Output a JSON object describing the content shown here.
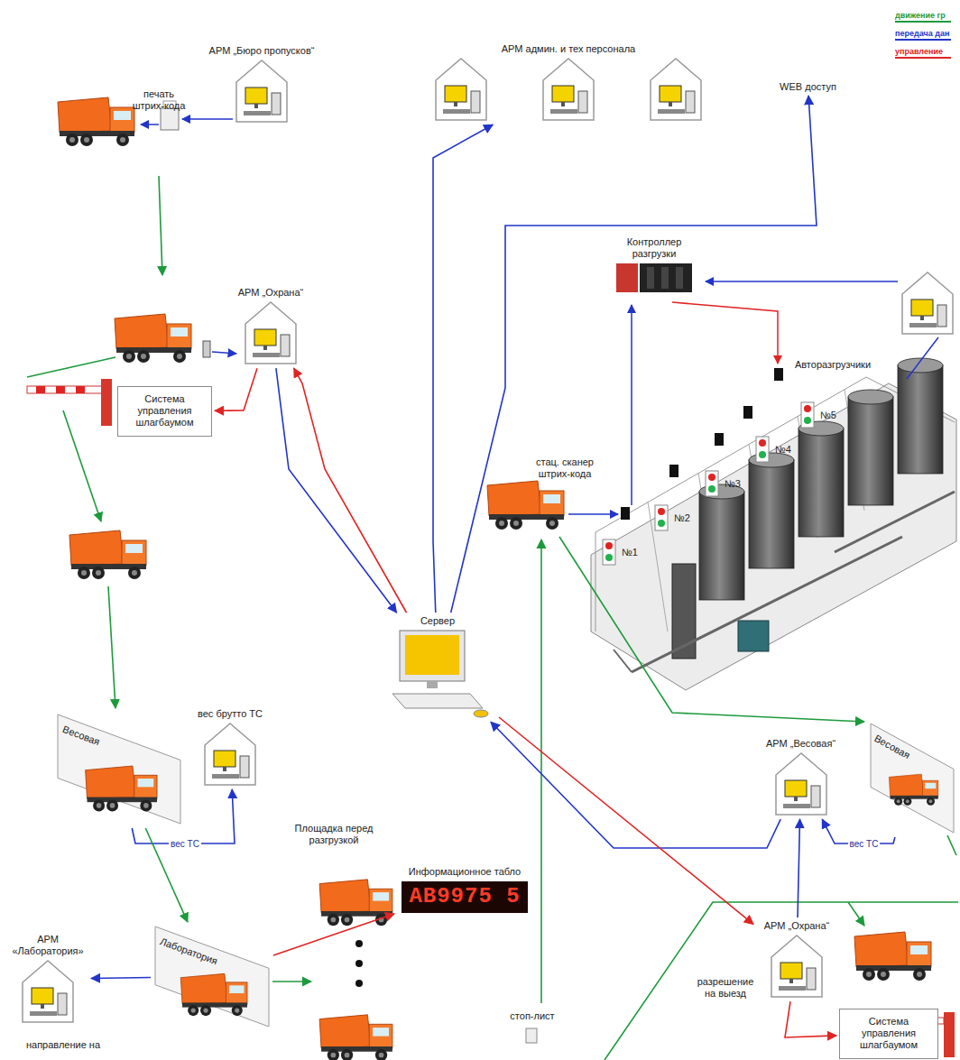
{
  "diagram": {
    "nodes": [
      {
        "text": [
          "АРМ „Бюро пропусков“"
        ]
      },
      {
        "text": [
          "АРМ „Охрана“"
        ]
      },
      {
        "text": [
          "Система управления шлагбаумом"
        ]
      },
      {
        "text": [
          "вес брутто ТС"
        ]
      },
      {
        "text": [
          "Весовая"
        ]
      },
      {
        "text": [
          "Лаборатория"
        ]
      },
      {
        "text": [
          "АРМ «Лаборатория»"
        ]
      },
      {
        "text": [
          "Информационное табло",
          "AB9975 5"
        ]
      },
      {
        "text": [
          "Сервер"
        ]
      },
      {
        "text": [
          "АРМ админ. и тех персонала"
        ]
      },
      {
        "text": [
          "WEB доступ"
        ]
      },
      {
        "text": [
          "Контроллер разгрузки"
        ]
      },
      {
        "text": [
          "АРМ „Весовая“"
        ]
      },
      {
        "text": [
          "Весовая"
        ]
      },
      {
        "text": [
          "АРМ „Охрана“"
        ]
      },
      {
        "text": [
          "Система управления шлагбаумом"
        ]
      }
    ],
    "edges": [
      {
        "from": 1,
        "to": 2,
        "arrow": "to"
      },
      {
        "from": 1,
        "to": 8,
        "arrow": "to"
      },
      {
        "from": 8,
        "to": 1,
        "arrow": "to"
      },
      {
        "from": 8,
        "to": 9,
        "arrow": "to"
      },
      {
        "from": 8,
        "to": 10,
        "arrow": "to"
      },
      {
        "from": 4,
        "to": 3,
        "label": "вес ТС",
        "arrow": "to"
      },
      {
        "from": 4,
        "to": 5,
        "arrow": "to"
      },
      {
        "from": 5,
        "to": 6,
        "arrow": "to"
      },
      {
        "from": 5,
        "to": 7,
        "arrow": "to"
      },
      {
        "from": 12,
        "to": 8,
        "arrow": "to"
      },
      {
        "from": 8,
        "to": 14,
        "arrow": "to"
      },
      {
        "from": 14,
        "to": 12,
        "arrow": "to"
      },
      {
        "from": 14,
        "to": 15,
        "arrow": "to"
      },
      {
        "from": 13,
        "to": 12,
        "label": "вес ТС",
        "arrow": "to"
      }
    ],
    "labels": [
      "печать штрих-кода",
      "Площадка перед разгрузкой",
      "Авторазгрузчики",
      "стац. сканер штрих-кода",
      "№1",
      "№2",
      "№3",
      "№4",
      "№5",
      "разрешение на выезд",
      "стоп-лист",
      "направление на"
    ],
    "legend": [
      {
        "text": "движение гр"
      },
      {
        "text": "передача дан"
      },
      {
        "text": "управление"
      }
    ]
  }
}
